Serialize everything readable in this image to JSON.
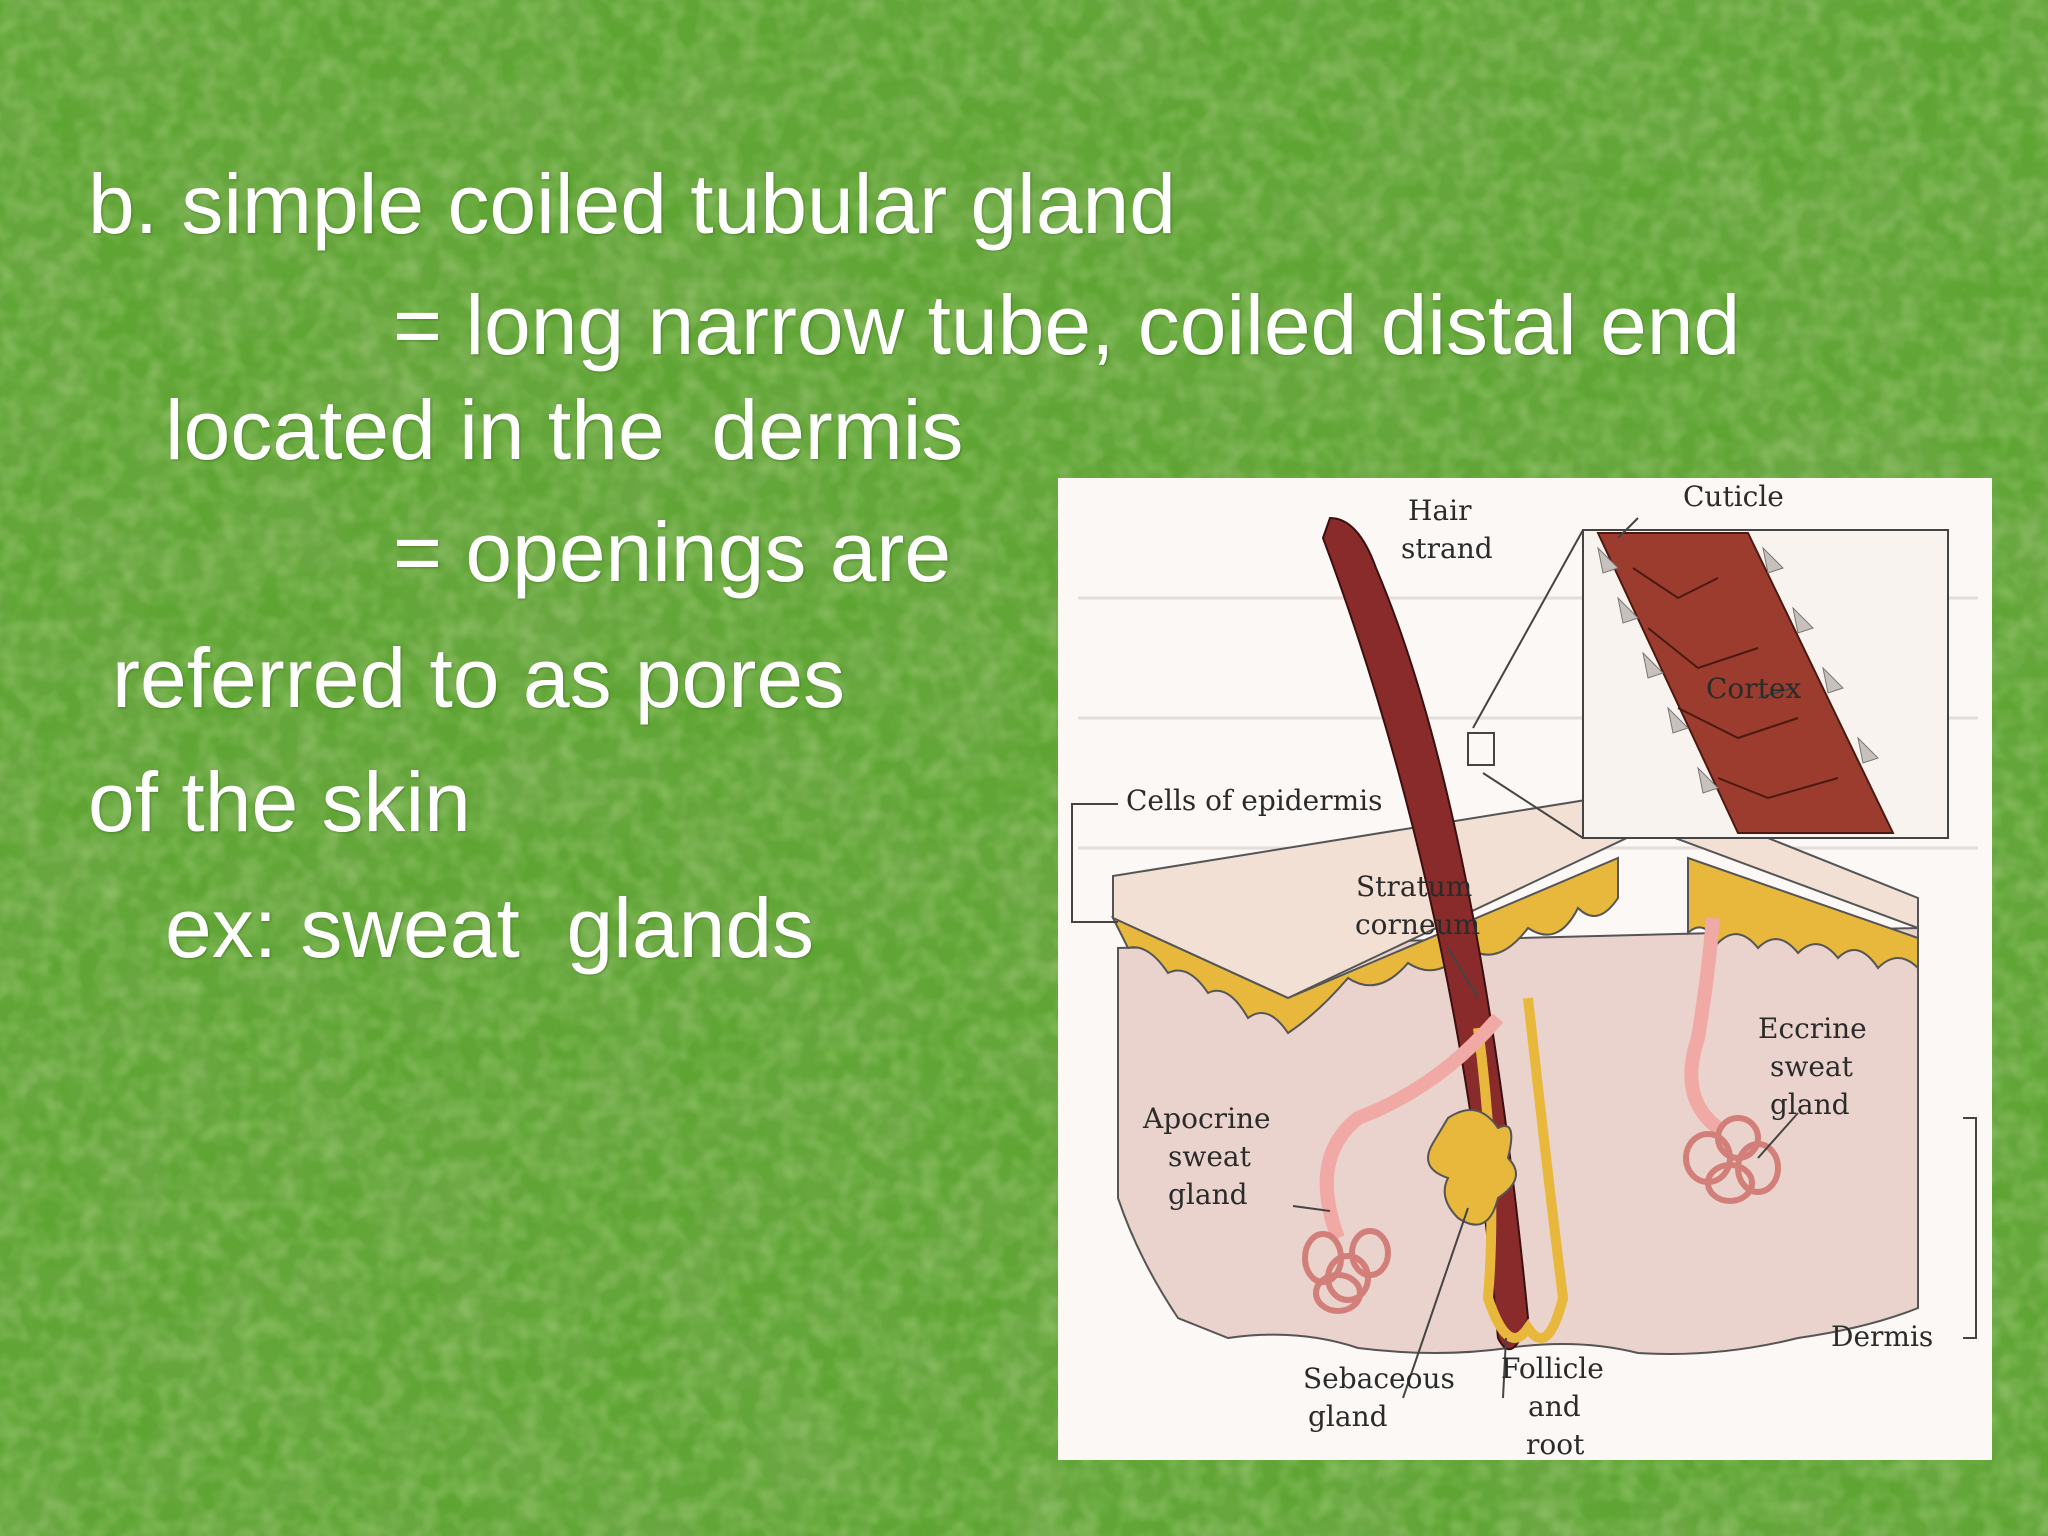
{
  "slide": {
    "lines": [
      "b. simple coiled tubular gland",
      "= long narrow tube, coiled distal end",
      "located in the  dermis",
      "= openings are",
      "referred to as pores",
      "of the skin",
      "ex: sweat  glands"
    ]
  },
  "figure": {
    "labels": {
      "hair_strand_1": "Hair",
      "hair_strand_2": "strand",
      "cuticle": "Cuticle",
      "cortex": "Cortex",
      "cells_of_epidermis": "Cells of epidermis",
      "stratum_1": "Stratum",
      "stratum_2": "corneum",
      "apocrine_1": "Apocrine",
      "apocrine_2": "sweat",
      "apocrine_3": "gland",
      "eccrine_1": "Eccrine",
      "eccrine_2": "sweat",
      "eccrine_3": "gland",
      "dermis": "Dermis",
      "sebaceous_1": "Sebaceous",
      "sebaceous_2": "gland",
      "follicle_1": "Follicle",
      "follicle_2": "and",
      "follicle_3": "root"
    }
  },
  "colors": {
    "background": "#5fa534",
    "text": "#ffffff",
    "hair": "#8a2b2b",
    "skin": "#e9cfc8",
    "gland_orange": "#e8b83c",
    "sweat_gland": "#f0a9a4"
  }
}
